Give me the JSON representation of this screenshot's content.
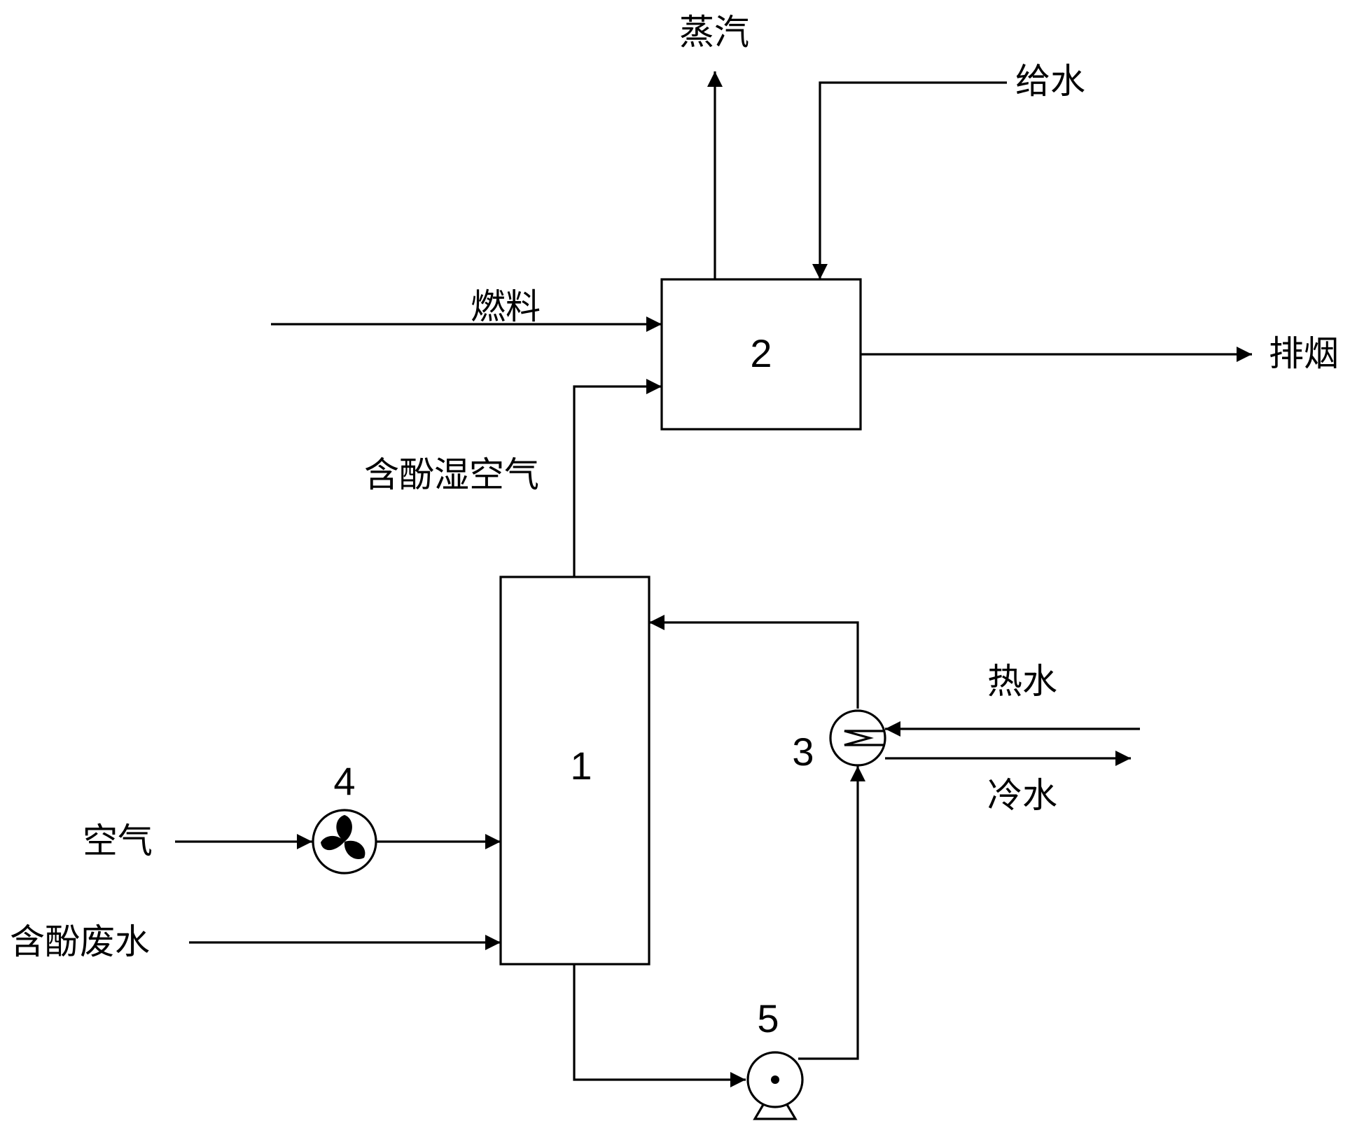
{
  "diagram": {
    "units": {
      "reactor": "1",
      "boiler": "2",
      "heat_exchanger": "3",
      "fan": "4",
      "pump": "5"
    },
    "streams": {
      "steam": "蒸汽",
      "feed_water": "给水",
      "fuel": "燃料",
      "flue_gas": "排烟",
      "phenol_humid_air": "含酚湿空气",
      "hot_water": "热水",
      "cold_water": "冷水",
      "air": "空气",
      "phenol_wastewater": "含酚废水"
    }
  }
}
